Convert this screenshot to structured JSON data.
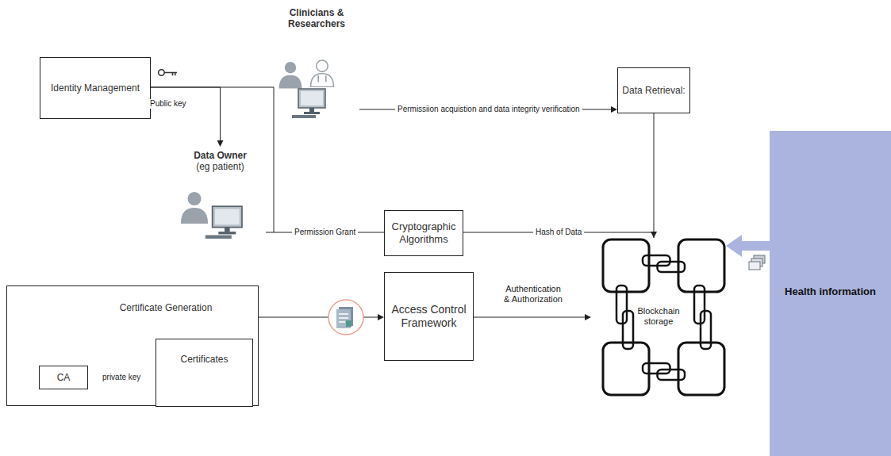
{
  "diagram": {
    "nodes": [
      {
        "text": [
          "Identity Management"
        ]
      },
      {
        "text": [
          "Clinicians & Researchers"
        ]
      },
      {
        "text": [
          "Data Retrieval:"
        ]
      },
      {
        "text": [
          "Data Owner",
          "(eg patient)"
        ]
      },
      {
        "text": [
          "Cryptographic Algorithms"
        ]
      },
      {
        "text": [
          "Certificate Generation"
        ]
      },
      {
        "text": [
          "CA"
        ],
        "in": 5
      },
      {
        "text": [
          "Certificates"
        ],
        "in": 5
      },
      {
        "text": [
          "Access Control Framework"
        ]
      },
      {
        "text": [
          "Blockchain storage"
        ]
      },
      {
        "text": [
          "Health information"
        ]
      }
    ],
    "edges": [
      {
        "from": 0,
        "to": 3,
        "label": "Public key",
        "arrow": "to"
      },
      {
        "from": 0,
        "to": 1,
        "arrow": "none"
      },
      {
        "from": 1,
        "to": 2,
        "label": "Permissiion acquistion and data integrity verification",
        "arrow": "to"
      },
      {
        "from": 3,
        "to": 4,
        "label": "Permission Grant",
        "arrow": "none"
      },
      {
        "from": 4,
        "to": 9,
        "label": "Hash of Data",
        "arrow": "none"
      },
      {
        "from": 2,
        "to": 9,
        "arrow": "to"
      },
      {
        "from": 5,
        "to": 8,
        "arrow": "to"
      },
      {
        "from": 8,
        "to": 9,
        "label": "Authentication & Authorization",
        "arrow": "to"
      },
      {
        "from": 6,
        "to": 7,
        "label": "private key",
        "arrow": "to"
      },
      {
        "from": 10,
        "to": 9,
        "arrow": "to"
      }
    ]
  }
}
